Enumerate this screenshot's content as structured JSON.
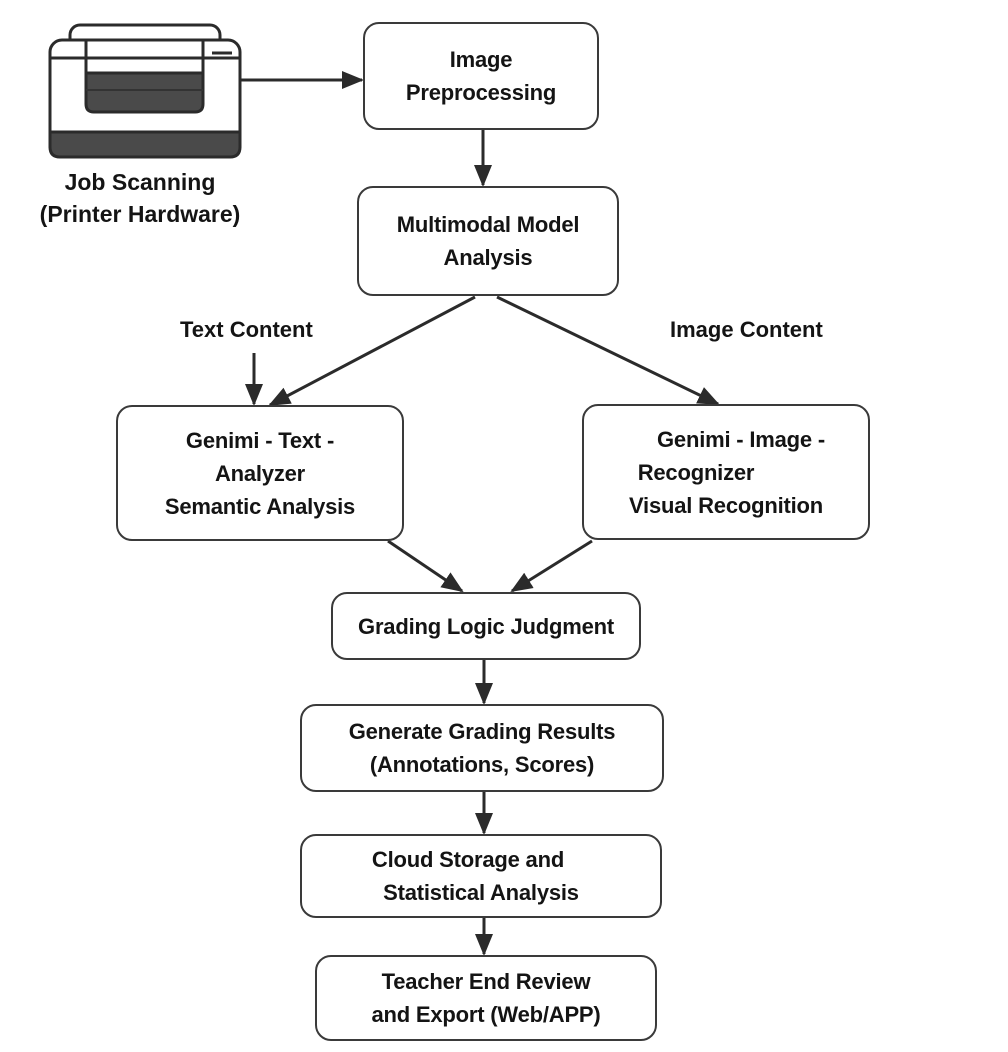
{
  "diagram": {
    "source": {
      "icon": "printer-icon",
      "caption_lines": [
        "Job Scanning",
        "(Printer Hardware)"
      ]
    },
    "nodes": {
      "preprocess": {
        "lines": [
          "Image",
          "Preprocessing"
        ]
      },
      "multimodal": {
        "lines": [
          "Multimodal Model",
          "Analysis"
        ]
      },
      "text_analyzer": {
        "lines": [
          "Genimi - Text -",
          "Analyzer",
          "Semantic Analysis"
        ]
      },
      "image_recognizer": {
        "lines": [
          "Genimi - Image -",
          "Recognizer",
          "Visual Recognition"
        ]
      },
      "grading_logic": {
        "lines": [
          "Grading Logic Judgment"
        ]
      },
      "generate_results": {
        "lines": [
          "Generate Grading Results",
          "(Annotations, Scores)"
        ]
      },
      "cloud_storage": {
        "lines": [
          "Cloud Storage and",
          "Statistical Analysis"
        ]
      },
      "teacher_review": {
        "lines": [
          "Teacher End Review",
          "and Export (Web/APP)"
        ]
      }
    },
    "branch_labels": {
      "text": "Text Content",
      "image": "Image Content"
    },
    "edges": [
      [
        "source",
        "preprocess"
      ],
      [
        "preprocess",
        "multimodal"
      ],
      [
        "multimodal",
        "text_analyzer"
      ],
      [
        "multimodal",
        "image_recognizer"
      ],
      [
        "text_label",
        "text_analyzer"
      ],
      [
        "text_analyzer",
        "grading_logic"
      ],
      [
        "image_recognizer",
        "grading_logic"
      ],
      [
        "grading_logic",
        "generate_results"
      ],
      [
        "generate_results",
        "cloud_storage"
      ],
      [
        "cloud_storage",
        "teacher_review"
      ]
    ],
    "colors": {
      "stroke": "#2b2b2b",
      "fill": "#ffffff",
      "printer_dark": "#4a4a4a"
    }
  }
}
